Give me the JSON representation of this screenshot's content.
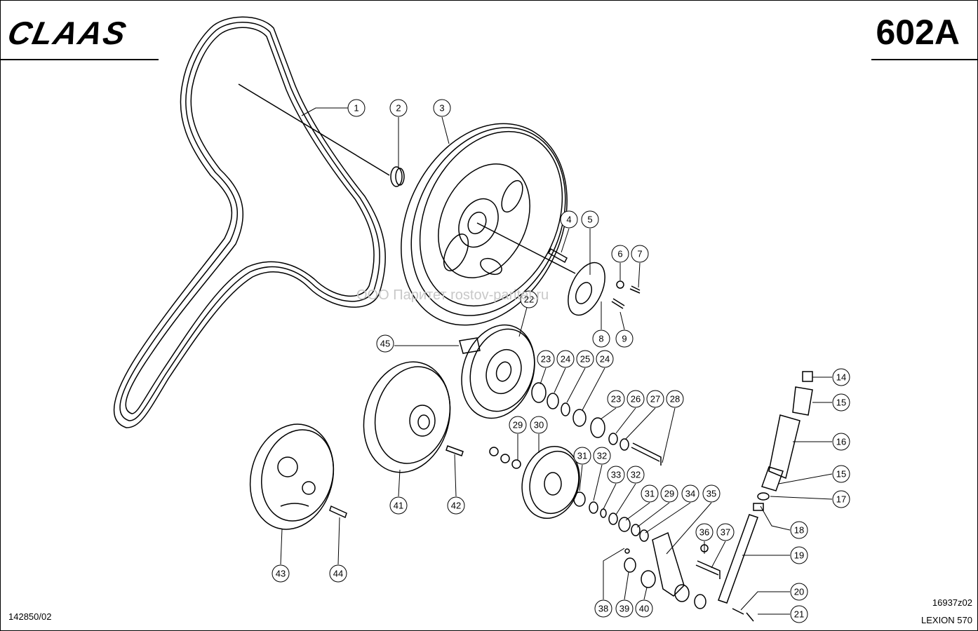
{
  "header": {
    "brand": "CLAAS",
    "page_code": "602A"
  },
  "footer": {
    "doc_number": "142850/02",
    "drawing_number": "16937z02",
    "model": "LEXION 570"
  },
  "watermark": "ООО Паритет   rostov-paritet.ru",
  "callouts": [
    {
      "id": "c1",
      "label": "1"
    },
    {
      "id": "c2",
      "label": "2"
    },
    {
      "id": "c3",
      "label": "3"
    },
    {
      "id": "c4",
      "label": "4"
    },
    {
      "id": "c5",
      "label": "5"
    },
    {
      "id": "c6",
      "label": "6"
    },
    {
      "id": "c7",
      "label": "7"
    },
    {
      "id": "c8",
      "label": "8"
    },
    {
      "id": "c9",
      "label": "9"
    },
    {
      "id": "c14",
      "label": "14"
    },
    {
      "id": "c15a",
      "label": "15"
    },
    {
      "id": "c16",
      "label": "16"
    },
    {
      "id": "c15b",
      "label": "15"
    },
    {
      "id": "c17",
      "label": "17"
    },
    {
      "id": "c18",
      "label": "18"
    },
    {
      "id": "c19",
      "label": "19"
    },
    {
      "id": "c20",
      "label": "20"
    },
    {
      "id": "c21",
      "label": "21"
    },
    {
      "id": "c22",
      "label": "22"
    },
    {
      "id": "c23a",
      "label": "23"
    },
    {
      "id": "c24a",
      "label": "24"
    },
    {
      "id": "c25",
      "label": "25"
    },
    {
      "id": "c24b",
      "label": "24"
    },
    {
      "id": "c23b",
      "label": "23"
    },
    {
      "id": "c26",
      "label": "26"
    },
    {
      "id": "c27",
      "label": "27"
    },
    {
      "id": "c28",
      "label": "28"
    },
    {
      "id": "c29a",
      "label": "29"
    },
    {
      "id": "c30",
      "label": "30"
    },
    {
      "id": "c31a",
      "label": "31"
    },
    {
      "id": "c32a",
      "label": "32"
    },
    {
      "id": "c33",
      "label": "33"
    },
    {
      "id": "c32b",
      "label": "32"
    },
    {
      "id": "c31b",
      "label": "31"
    },
    {
      "id": "c29b",
      "label": "29"
    },
    {
      "id": "c34",
      "label": "34"
    },
    {
      "id": "c35",
      "label": "35"
    },
    {
      "id": "c36",
      "label": "36"
    },
    {
      "id": "c37",
      "label": "37"
    },
    {
      "id": "c38",
      "label": "38"
    },
    {
      "id": "c39",
      "label": "39"
    },
    {
      "id": "c40",
      "label": "40"
    },
    {
      "id": "c41",
      "label": "41"
    },
    {
      "id": "c42",
      "label": "42"
    },
    {
      "id": "c43",
      "label": "43"
    },
    {
      "id": "c44",
      "label": "44"
    },
    {
      "id": "c45",
      "label": "45"
    }
  ]
}
